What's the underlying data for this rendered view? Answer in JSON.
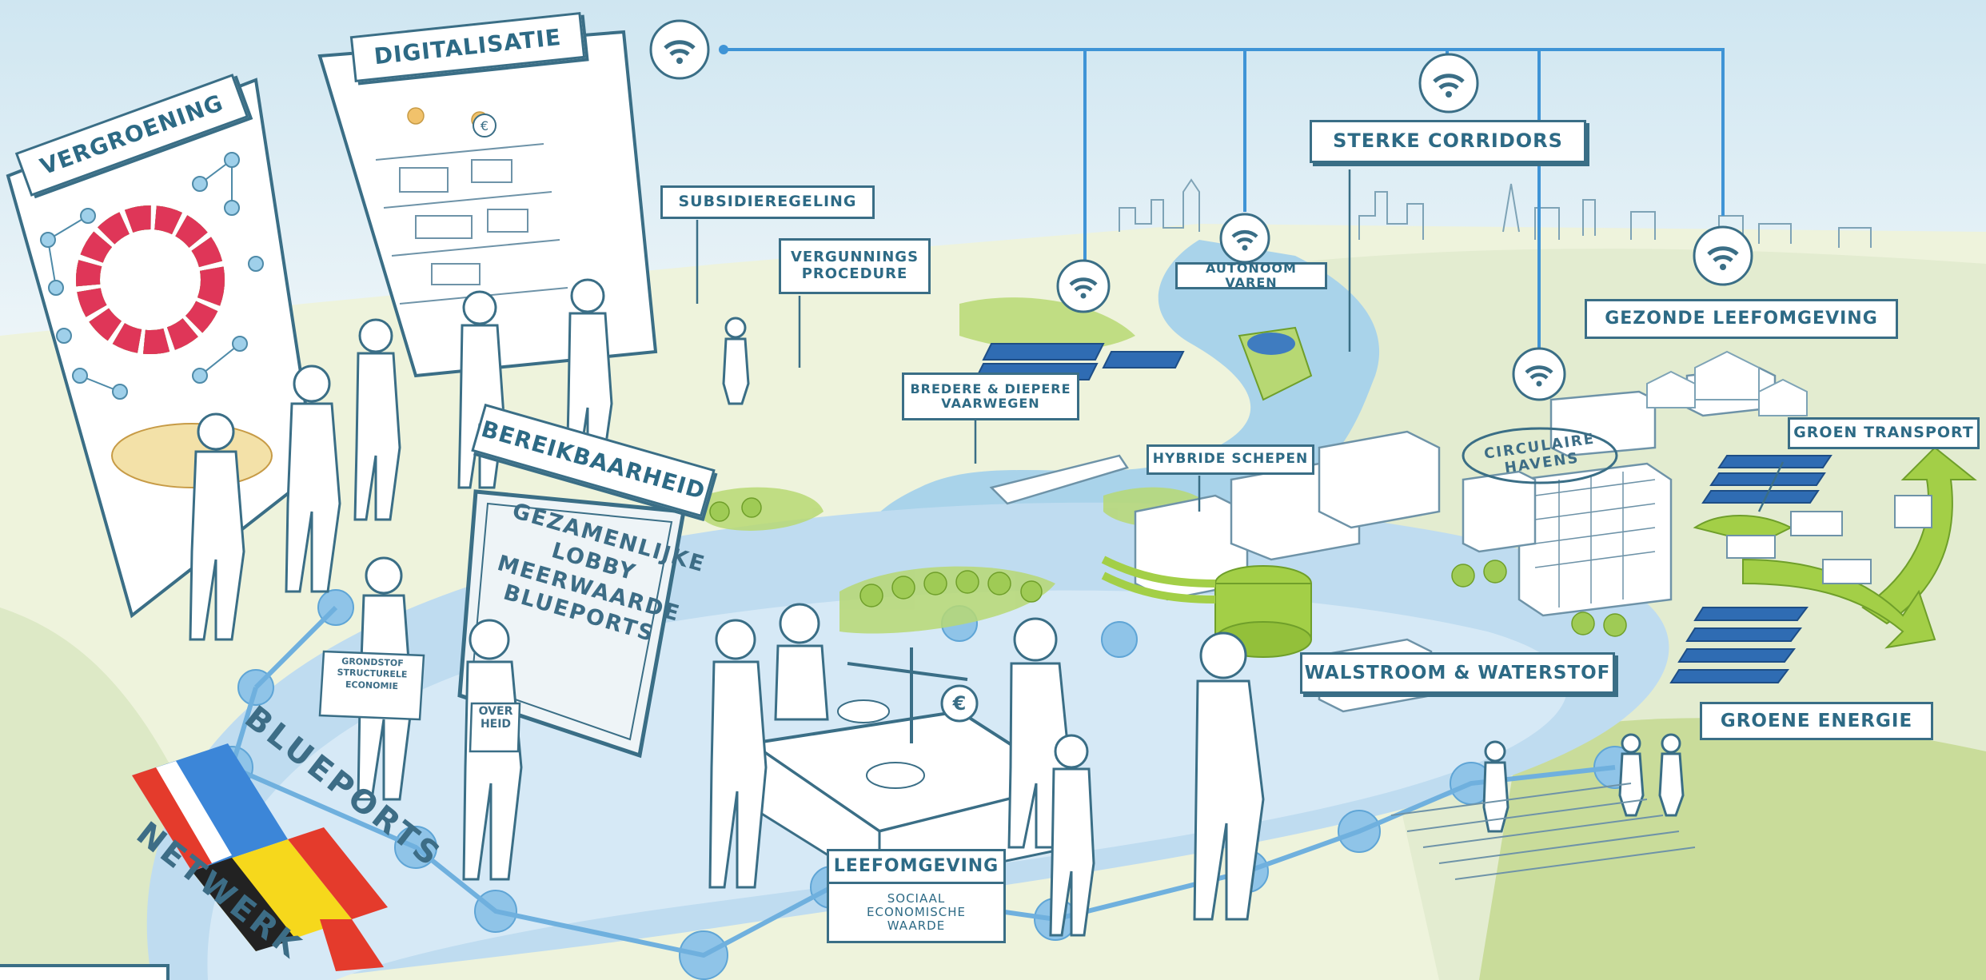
{
  "labels": {
    "vergroening": "VERGROENING",
    "digitalisatie": "DIGITALISATIE",
    "bereikbaarheid": "BEREIKBAARHEID",
    "sterke_corridors": "STERKE CORRIDORS",
    "subsidieregeling": "SUBSIDIEREGELING",
    "vergunningsprocedure": "VERGUNNINGS\nPROCEDURE",
    "autonoom_varen": "AUTONOOM VAREN",
    "gezonde_leefomgeving": "GEZONDE LEEFOMGEVING",
    "bredere_diepere": "BREDERE & DIEPERE\nVAARWEGEN",
    "hybride_schepen": "HYBRIDE SCHEPEN",
    "circulaire_havens": "CIRCULAIRE HAVENS",
    "groen_transport": "GROEN TRANSPORT",
    "walstroom_waterstof": "WALSTROOM & WATERSTOF",
    "groene_energie": "GROENE ENERGIE",
    "leefomgeving": "LEEFOMGEVING",
    "sociaal_economische": "SOCIAAL\nECONOMISCHE\nWAARDE",
    "lobby_board": "GEZAMENLIJKE\nLOBBY\nMEERWAARDE\nBLUEPORTS",
    "blueports": "BLUEPORTS",
    "netwerk": "NETWERK",
    "overheid": "OVER\nHEID",
    "grondstof": "GRONDSTOF\nSTRUCTURELE\nECONOMIE"
  },
  "colors": {
    "sky": "#dbeef6",
    "water": "#b9dcee",
    "water_dark": "#7fbddf",
    "green": "#9ccc3b",
    "line": "#3a6e86",
    "label_text": "#2d6a85",
    "solar": "#2f6cb3",
    "flag_red": "#e43b2c",
    "flag_blue": "#3c86d8",
    "flag_black": "#222222",
    "flag_yellow": "#f6d81c"
  },
  "icons": [
    "wifi-icon",
    "euro-icon",
    "sdg-wheel-icon",
    "flag-puzzle-icon"
  ]
}
